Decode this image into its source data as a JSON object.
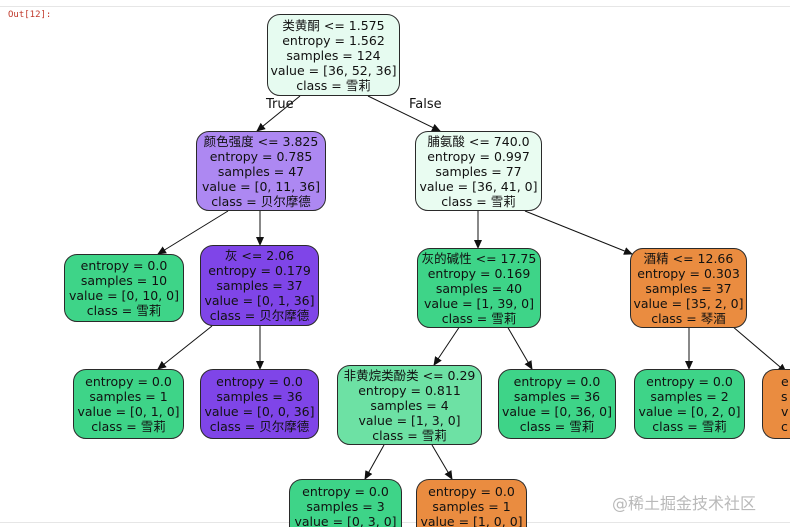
{
  "cell_label": "Out[12]:",
  "watermark": "@稀土掘金技术社区",
  "edge_labels": {
    "true": "True",
    "false": "False"
  },
  "colors": {
    "root": "#e6fbf0",
    "purple_mid": "#ad88f2",
    "purple_dark": "#7f45e8",
    "light_green": "#e9fcf1",
    "green": "#3ed488",
    "green_mid": "#6de1a4",
    "orange": "#ea8c40"
  },
  "nodes": {
    "root": {
      "split": "类黄酮 <= 1.575",
      "entropy": "entropy = 1.562",
      "samples": "samples = 124",
      "value": "value = [36, 52, 36]",
      "class": "class = 雪莉"
    },
    "n_color": {
      "split": "颜色强度 <= 3.825",
      "entropy": "entropy = 0.785",
      "samples": "samples = 47",
      "value": "value = [0, 11, 36]",
      "class": "class = 贝尔摩德"
    },
    "n_proline": {
      "split": "脯氨酸 <= 740.0",
      "entropy": "entropy = 0.997",
      "samples": "samples = 77",
      "value": "value = [36, 41, 0]",
      "class": "class = 雪莉"
    },
    "leaf_a": {
      "entropy": "entropy = 0.0",
      "samples": "samples = 10",
      "value": "value = [0, 10, 0]",
      "class": "class = 雪莉"
    },
    "n_ash": {
      "split": "灰 <= 2.06",
      "entropy": "entropy = 0.179",
      "samples": "samples = 37",
      "value": "value = [0, 1, 36]",
      "class": "class = 贝尔摩德"
    },
    "n_alk": {
      "split": "灰的碱性 <= 17.75",
      "entropy": "entropy = 0.169",
      "samples": "samples = 40",
      "value": "value = [1, 39, 0]",
      "class": "class = 雪莉"
    },
    "n_alcohol": {
      "split": "酒精 <= 12.66",
      "entropy": "entropy = 0.303",
      "samples": "samples = 37",
      "value": "value = [35, 2, 0]",
      "class": "class = 琴酒"
    },
    "leaf_b": {
      "entropy": "entropy = 0.0",
      "samples": "samples = 1",
      "value": "value = [0, 1, 0]",
      "class": "class = 雪莉"
    },
    "leaf_c": {
      "entropy": "entropy = 0.0",
      "samples": "samples = 36",
      "value": "value = [0, 0, 36]",
      "class": "class = 贝尔摩德"
    },
    "n_nonflav": {
      "split": "非黄烷类酚类 <= 0.29",
      "entropy": "entropy = 0.811",
      "samples": "samples = 4",
      "value": "value = [1, 3, 0]",
      "class": "class = 雪莉"
    },
    "leaf_d": {
      "entropy": "entropy = 0.0",
      "samples": "samples = 36",
      "value": "value = [0, 36, 0]",
      "class": "class = 雪莉"
    },
    "leaf_e": {
      "entropy": "entropy = 0.0",
      "samples": "samples = 2",
      "value": "value = [0, 2, 0]",
      "class": "class = 雪莉"
    },
    "leaf_f": {
      "entropy": "e",
      "samples": "s",
      "value": "v",
      "class": "c"
    },
    "leaf_g": {
      "entropy": "entropy = 0.0",
      "samples": "samples = 3",
      "value": "value = [0, 3, 0]",
      "class": ""
    },
    "leaf_h": {
      "entropy": "entropy = 0.0",
      "samples": "samples = 1",
      "value": "value = [1, 0, 0]",
      "class": ""
    }
  }
}
